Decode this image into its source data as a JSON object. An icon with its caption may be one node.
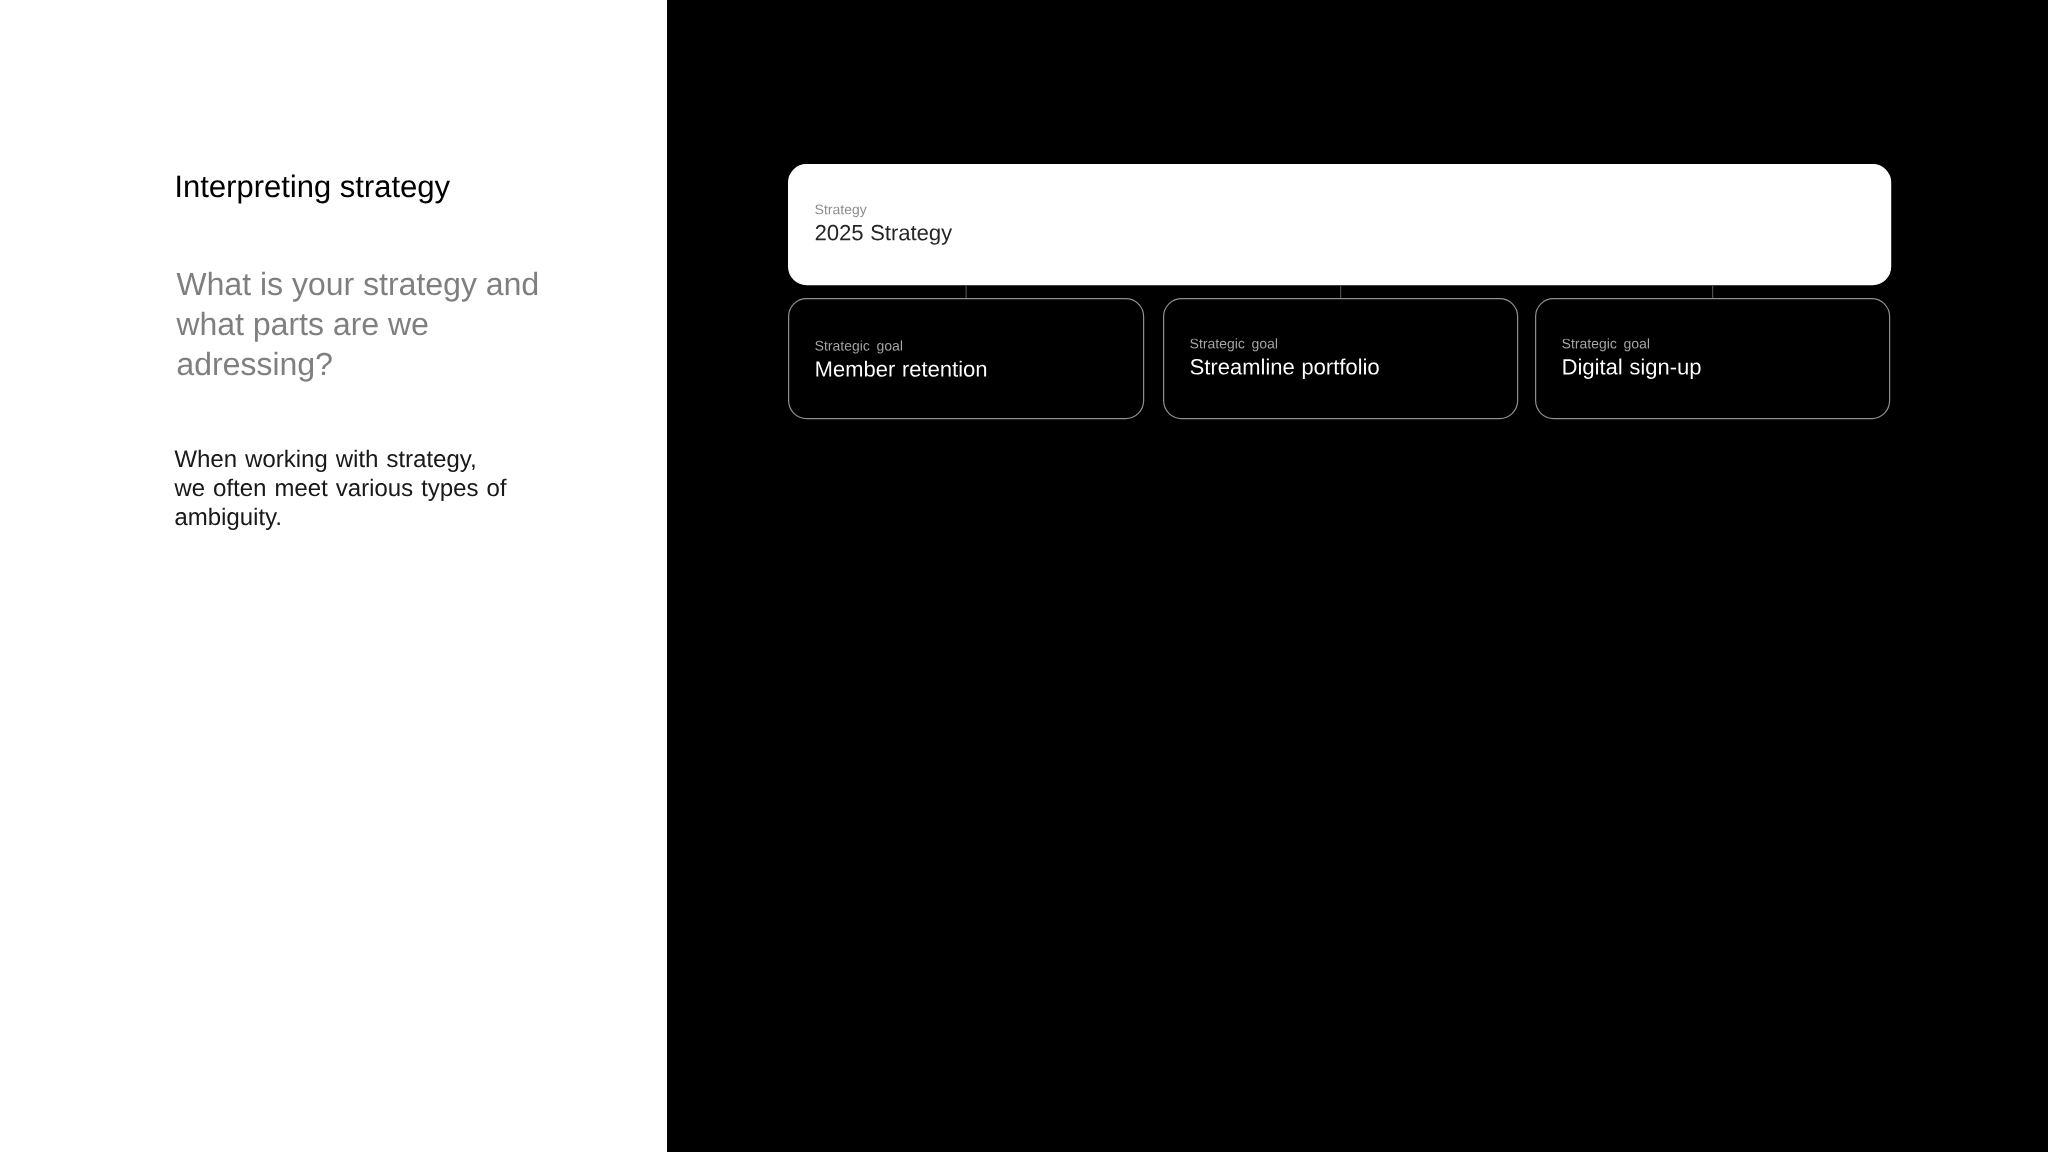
{
  "diagram": {
    "title": "Interpreting strategy",
    "nodes": [
      {
        "text": [
          "Strategy",
          "2025 Strategy"
        ]
      },
      {
        "text": [
          "Strategic goal",
          "Member retention"
        ]
      },
      {
        "text": [
          "Strategic goal",
          "Streamline portfolio"
        ]
      },
      {
        "text": [
          "Strategic goal",
          "Digital sign-up"
        ]
      }
    ],
    "edges": [
      {
        "from": 0,
        "to": 1,
        "arrow": "none"
      },
      {
        "from": 0,
        "to": 2,
        "arrow": "none"
      },
      {
        "from": 0,
        "to": 3,
        "arrow": "none"
      }
    ],
    "labels": [
      "What is your strategy and what parts are we adressing?",
      "When working with strategy, we often meet various types of ambiguity."
    ]
  }
}
